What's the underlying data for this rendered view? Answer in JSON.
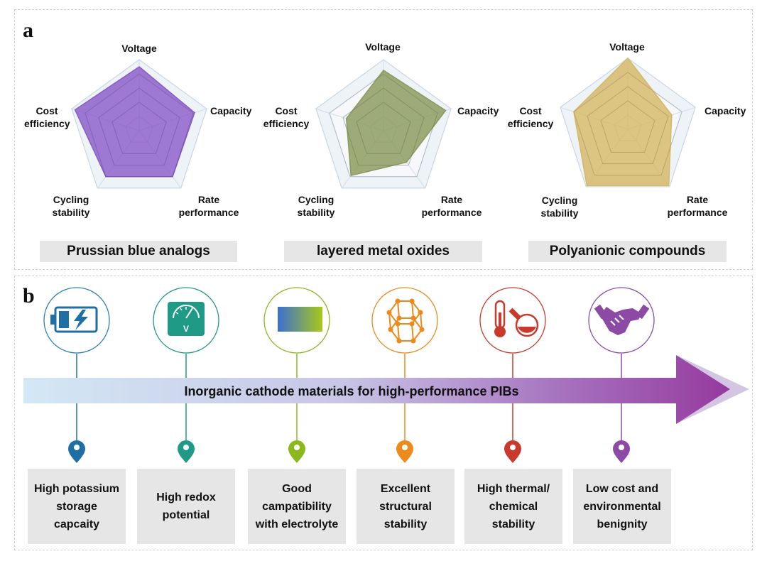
{
  "panel_a": {
    "letter": "a",
    "axes": [
      "Voltage",
      "Capacity",
      "Rate performance",
      "Cycling stability",
      "Cost efficiency"
    ],
    "charts": [
      {
        "caption": "Prussian blue analogs",
        "color": "#8a5bc9",
        "values": {
          "voltage": 0.9,
          "capacity": 0.82,
          "rate": 0.8,
          "cycling": 0.8,
          "cost": 0.95
        }
      },
      {
        "caption": "layered metal oxides",
        "color": "#8a9a5a",
        "values": {
          "voltage": 0.85,
          "capacity": 0.92,
          "rate": 0.55,
          "cycling": 0.78,
          "cost": 0.55
        }
      },
      {
        "caption": "Polyanionic compounds",
        "color": "#d6b866",
        "values": {
          "voltage": 1.0,
          "capacity": 0.65,
          "rate": 0.98,
          "cycling": 0.98,
          "cost": 0.8
        }
      }
    ]
  },
  "panel_b": {
    "letter": "b",
    "banner_text": "Inorganic cathode materials for high-performance PIBs",
    "features": [
      {
        "icon": "battery-lightning-icon",
        "color": "#1f6fa5",
        "lines": [
          "High potassium",
          "storage",
          "capcaity"
        ]
      },
      {
        "icon": "voltmeter-icon",
        "color": "#1f9a86",
        "lines": [
          "High redox",
          "potential"
        ]
      },
      {
        "icon": "gradient-bar-icon",
        "color": "#8ab81e",
        "lines": [
          "Good",
          "campatibility",
          "with electrolyte"
        ]
      },
      {
        "icon": "crystal-structure-icon",
        "color": "#ec8a1c",
        "lines": [
          "Excellent",
          "structural",
          "stability"
        ]
      },
      {
        "icon": "thermometer-flask-icon",
        "color": "#c93a2c",
        "lines": [
          "High thermal/",
          "chemical",
          "stability"
        ]
      },
      {
        "icon": "handshake-icon",
        "color": "#8c4aa6",
        "lines": [
          "Low cost and",
          "environmental",
          "benignity"
        ]
      }
    ]
  }
}
